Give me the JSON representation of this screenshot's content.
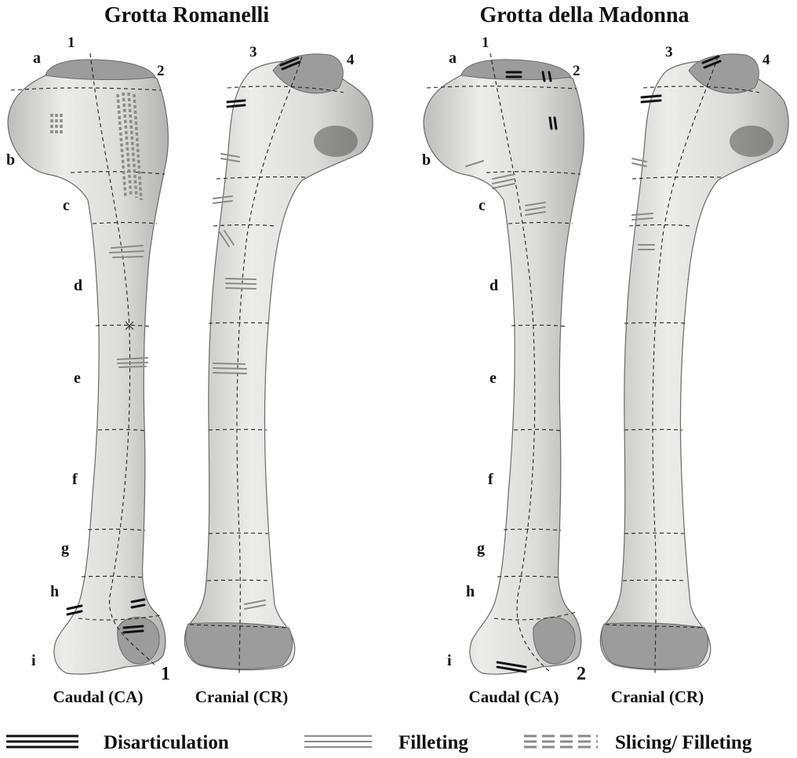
{
  "titles": {
    "left": "Grotta Romanelli",
    "right": "Grotta della Madonna"
  },
  "zones": [
    "a",
    "b",
    "c",
    "d",
    "e",
    "f",
    "g",
    "h",
    "i"
  ],
  "numbers": {
    "left_caudal_top": "1",
    "left_caudal_top_right": "2",
    "left_cranial_top": "3",
    "left_cranial_top_right": "4",
    "left_bottom": "1",
    "right_caudal_top": "1",
    "right_caudal_top_right": "2",
    "right_cranial_top": "3",
    "right_cranial_top_right": "4",
    "right_bottom": "2"
  },
  "views": {
    "caudal": "Caudal (CA)",
    "cranial": "Cranial (CR)"
  },
  "legend": {
    "disarticulation": "Disarticulation",
    "filleting": "Filleting",
    "slicing": "Slicing/ Filleting"
  },
  "colors": {
    "bone_light": "#e8e8e6",
    "bone_dark": "#bdbdbb",
    "disarticulation": "#111111",
    "filleting": "#8a8a8a"
  }
}
